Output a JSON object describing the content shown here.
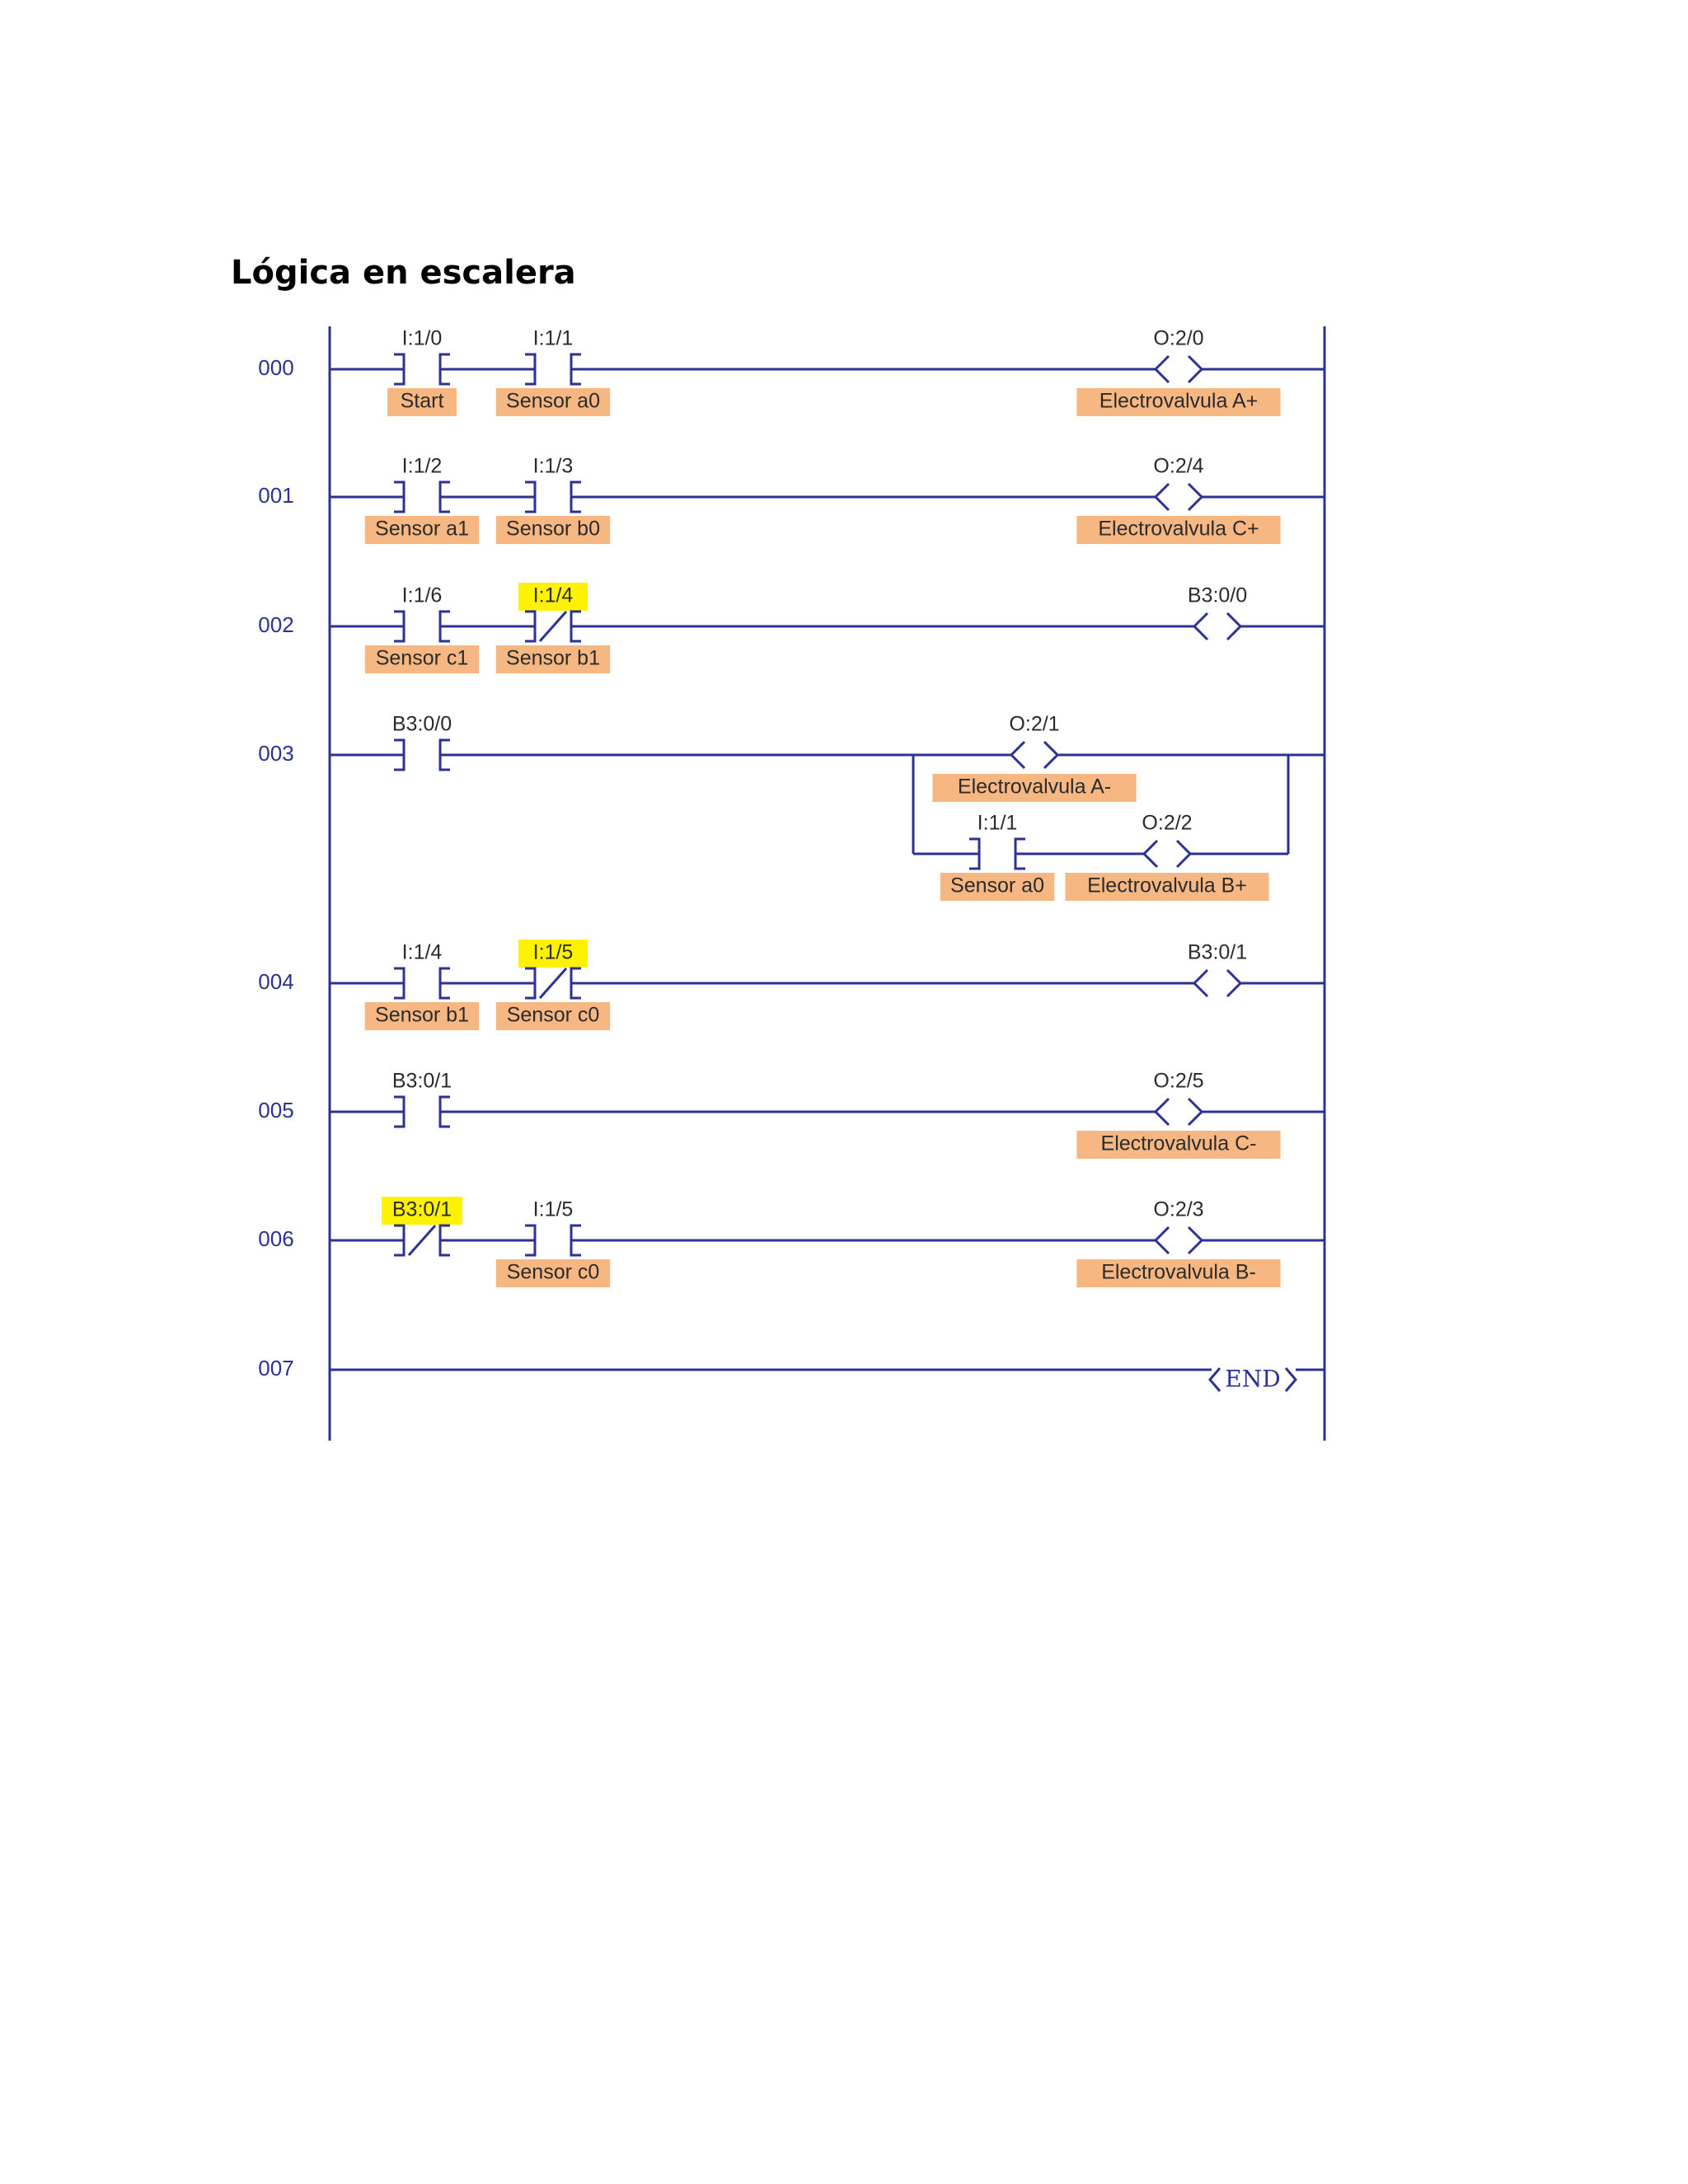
{
  "title": "Lógica en escalera",
  "colors": {
    "wire": "#2d3193",
    "label_bg": "#f7b783",
    "highlight": "#fff200",
    "text": "#2b2b2b"
  },
  "rungs": [
    {
      "number": "000",
      "contacts": [
        {
          "address": "I:1/0",
          "label": "Start",
          "type": "NO",
          "highlight": false
        },
        {
          "address": "I:1/1",
          "label": "Sensor a0",
          "type": "NO",
          "highlight": false
        }
      ],
      "coil": {
        "address": "O:2/0",
        "label": "Electrovalvula A+"
      }
    },
    {
      "number": "001",
      "contacts": [
        {
          "address": "I:1/2",
          "label": "Sensor a1",
          "type": "NO",
          "highlight": false
        },
        {
          "address": "I:1/3",
          "label": "Sensor b0",
          "type": "NO",
          "highlight": false
        }
      ],
      "coil": {
        "address": "O:2/4",
        "label": "Electrovalvula C+"
      }
    },
    {
      "number": "002",
      "contacts": [
        {
          "address": "I:1/6",
          "label": "Sensor c1",
          "type": "NO",
          "highlight": false
        },
        {
          "address": "I:1/4",
          "label": "Sensor b1",
          "type": "NC",
          "highlight": true
        }
      ],
      "coil": {
        "address": "B3:0/0",
        "label": ""
      }
    },
    {
      "number": "003",
      "contacts": [
        {
          "address": "B3:0/0",
          "label": "",
          "type": "NO",
          "highlight": false
        }
      ],
      "coil": {
        "address": "O:2/1",
        "label": "Electrovalvula A-"
      },
      "branch": {
        "contact": {
          "address": "I:1/1",
          "label": "Sensor a0",
          "type": "NO",
          "highlight": false
        },
        "coil": {
          "address": "O:2/2",
          "label": "Electrovalvula B+"
        }
      }
    },
    {
      "number": "004",
      "contacts": [
        {
          "address": "I:1/4",
          "label": "Sensor b1",
          "type": "NO",
          "highlight": false
        },
        {
          "address": "I:1/5",
          "label": "Sensor c0",
          "type": "NC",
          "highlight": true
        }
      ],
      "coil": {
        "address": "B3:0/1",
        "label": ""
      }
    },
    {
      "number": "005",
      "contacts": [
        {
          "address": "B3:0/1",
          "label": "",
          "type": "NO",
          "highlight": false
        }
      ],
      "coil": {
        "address": "O:2/5",
        "label": "Electrovalvula C-"
      }
    },
    {
      "number": "006",
      "contacts": [
        {
          "address": "B3:0/1",
          "label": "",
          "type": "NC",
          "highlight": true
        },
        {
          "address": "I:1/5",
          "label": "Sensor c0",
          "type": "NO",
          "highlight": false
        }
      ],
      "coil": {
        "address": "O:2/3",
        "label": "Electrovalvula B-"
      }
    },
    {
      "number": "007",
      "end": "END"
    }
  ]
}
